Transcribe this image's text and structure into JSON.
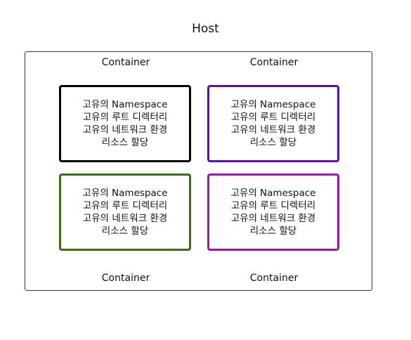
{
  "host": {
    "title": "Host"
  },
  "containers": [
    {
      "label": "Container",
      "border_color": "#000000",
      "lines": [
        "고유의 Namespace",
        "고유의 루트 디렉터리",
        "고유의 네트워크 환경",
        "리소스 할당"
      ]
    },
    {
      "label": "Container",
      "border_color": "#5b0fa8",
      "lines": [
        "고유의 Namespace",
        "고유의 루트 디렉터리",
        "고유의 네트워크 환경",
        "리소스 할당"
      ]
    },
    {
      "label": "Container",
      "border_color": "#3d6b12",
      "lines": [
        "고유의 Namespace",
        "고유의 루트 디렉터리",
        "고유의 네트워크 환경",
        "리소스 할당"
      ]
    },
    {
      "label": "Container",
      "border_color": "#9b16a3",
      "lines": [
        "고유의 Namespace",
        "고유의 루트 디렉터리",
        "고유의 네트워크 환경",
        "리소스 할당"
      ]
    }
  ]
}
